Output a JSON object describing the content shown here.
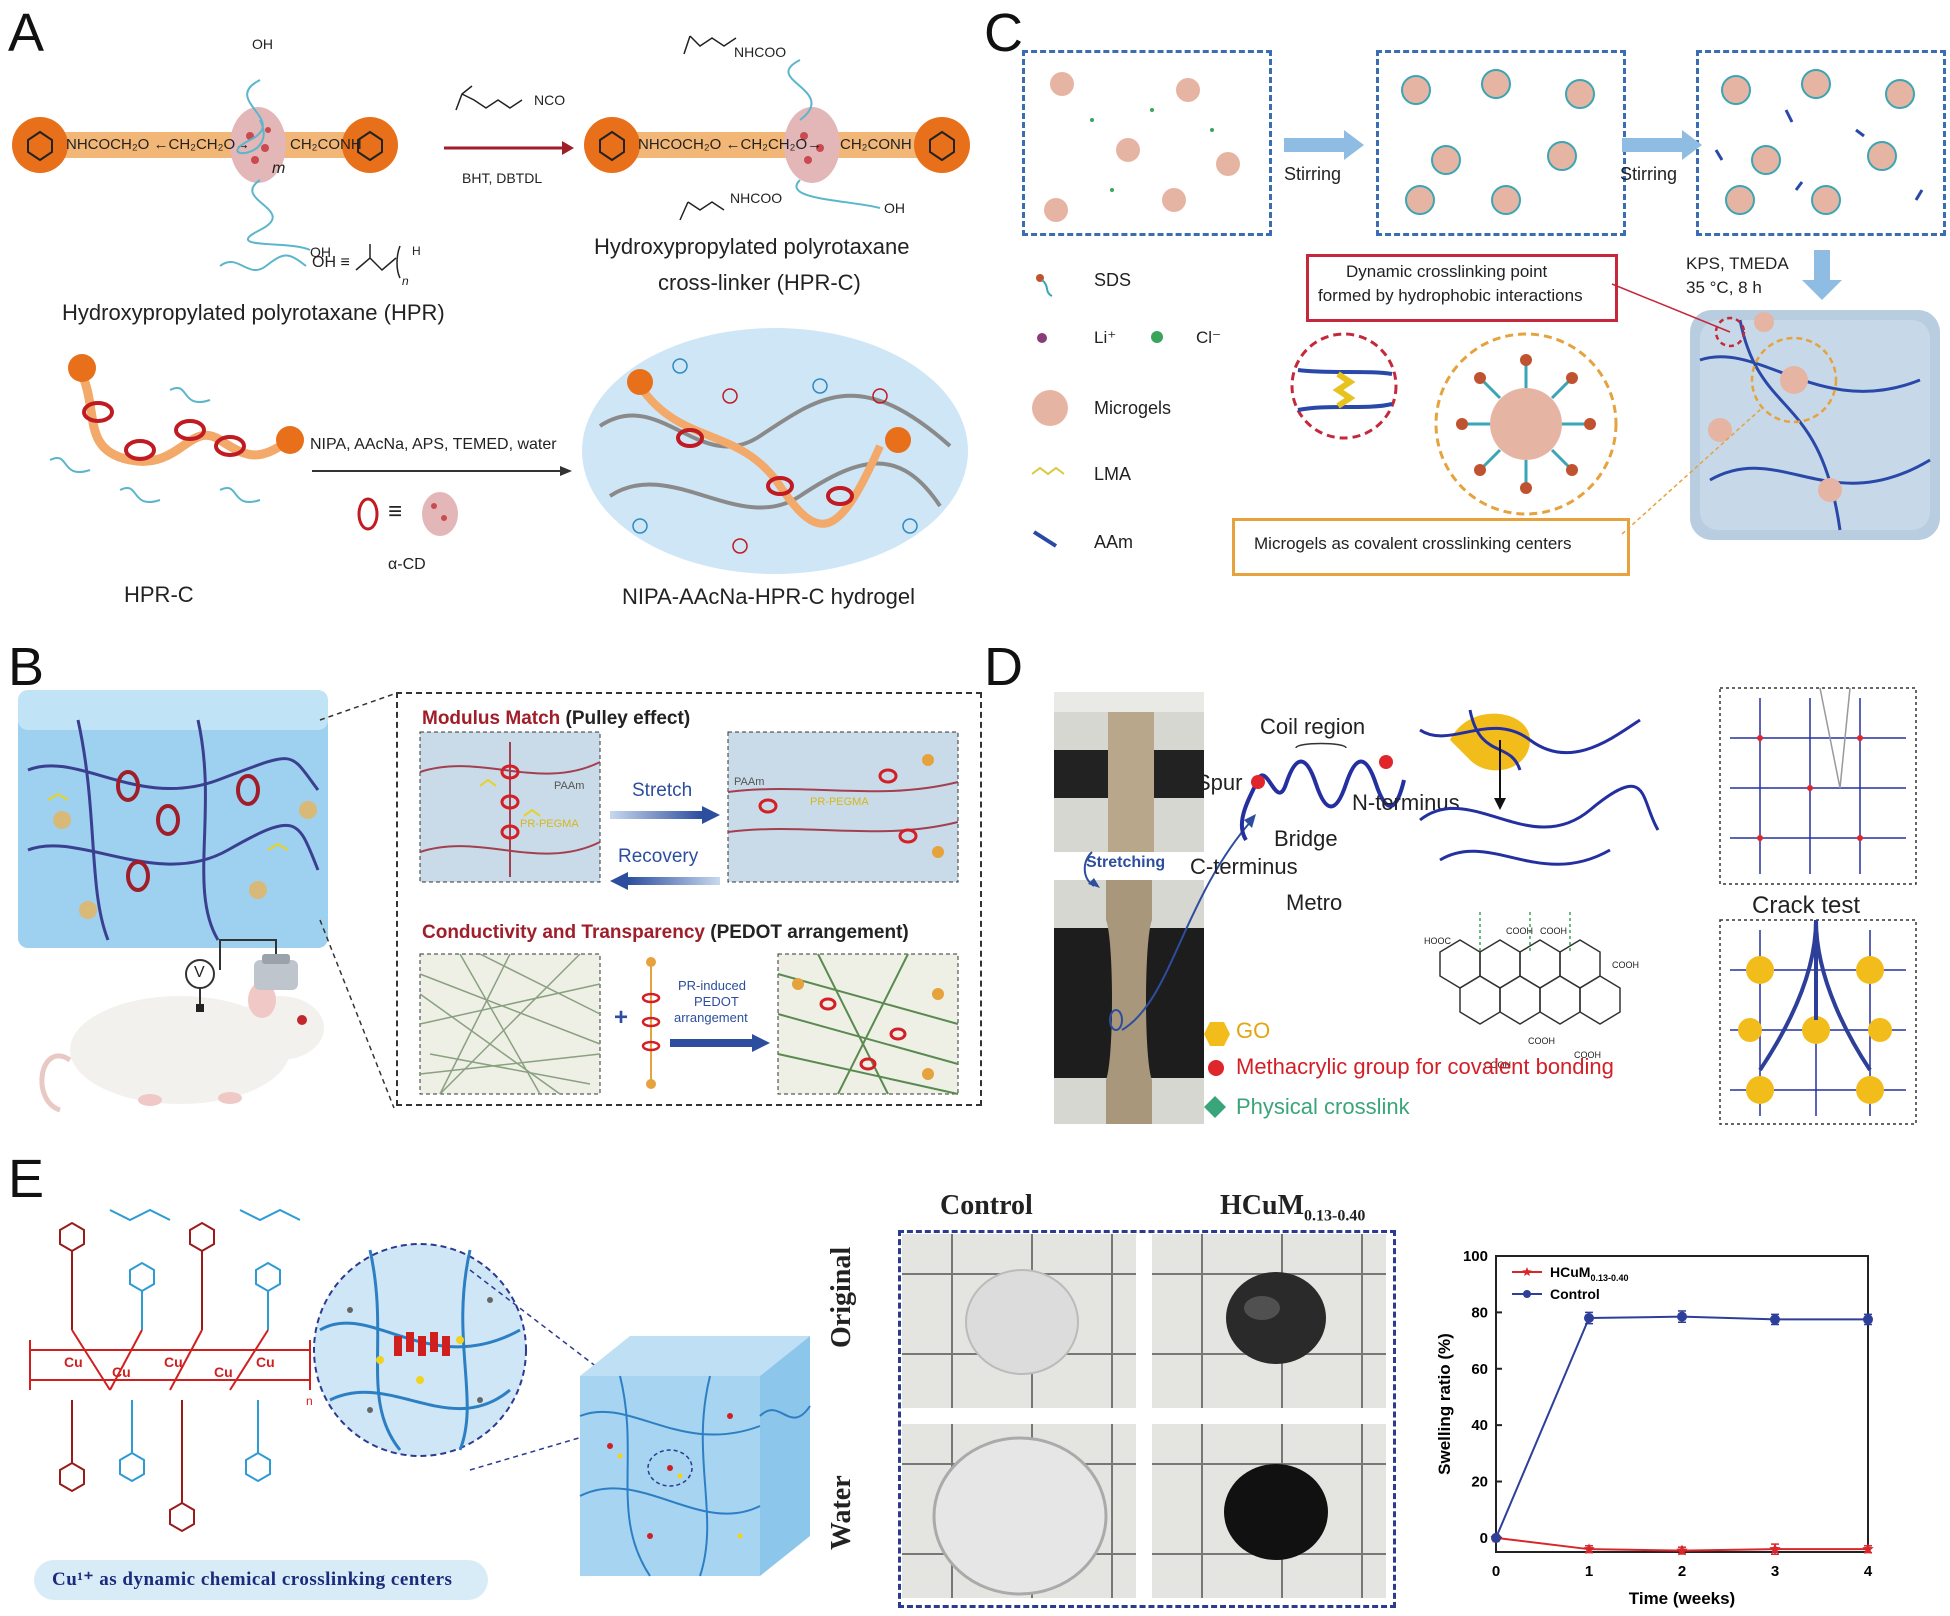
{
  "panels": {
    "A": {
      "label": "A",
      "top_left_formula": "NHCOCH₂O ←CH₂CH₂O→",
      "top_left_end": "CH₂CONH",
      "top_right_formula": "NHCOCH₂O ←CH₂CH₂O→",
      "top_right_end": "CH₂CONH",
      "oh_top": "OH",
      "oh_bottom": "OH",
      "subscript_m": "m",
      "reagent_above": "NCO",
      "reagent_below": "BHT, DBTDL",
      "nhcoo_top": "NHCOO",
      "nhcoo_bottom": "NHCOO",
      "oh_right": "OH",
      "legend_oh": "OH ≡",
      "legend_n": "n",
      "legend_h": "H",
      "hpr_caption": "Hydroxypropylated polyrotaxane (HPR)",
      "hprc_caption_1": "Hydroxypropylated polyrotaxane",
      "hprc_caption_2": "cross-linker (HPR-C)",
      "reaction_conditions": "NIPA, AAcNa, APS, TEMED, water",
      "acd_equiv": "≡",
      "acd_label": "α-CD",
      "hprc_label": "HPR-C",
      "hydrogel_label": "NIPA-AAcNa-HPR-C hydrogel"
    },
    "B": {
      "label": "B",
      "modulus_title_a": "Modulus Match",
      "modulus_title_b": " (Pulley effect)",
      "stretch": "Stretch",
      "recovery": "Recovery",
      "paam_left": "PAAm",
      "prpegma_left": "PR-PEGMA",
      "paam_right": "PAAm",
      "prpegma_right": "PR-PEGMA",
      "conductivity_title_a": "Conductivity and Transparency",
      "conductivity_title_b": " (PEDOT arrangement)",
      "pedot_1": "PR-induced",
      "pedot_2": "PEDOT",
      "pedot_3": "arrangement",
      "voltmeter": "V"
    },
    "C": {
      "label": "C",
      "stirring_1": "Stirring",
      "stirring_2": "Stirring",
      "sds": "SDS",
      "li": "Li⁺",
      "cl": "Cl⁻",
      "microgels": "Microgels",
      "lma": "LMA",
      "aam": "AAm",
      "dynamic_1": "Dynamic crosslinking point",
      "dynamic_2": "formed by hydrophobic interactions",
      "kps": "KPS, TMEDA",
      "temp": "35 °C,  8 h",
      "microgels_centers": "Microgels as covalent crosslinking centers"
    },
    "D": {
      "label": "D",
      "stretching": "Stretching",
      "coil_region": "Coil region",
      "spur": "Spur",
      "n_terminus": "N-terminus",
      "bridge": "Bridge",
      "c_terminus": "C-terminus",
      "metro": "Metro",
      "go": "GO",
      "methacrylic": "Methacrylic group for covalent bonding",
      "physical": "Physical crosslink",
      "crack_test": "Crack test",
      "hooc": "HOOC",
      "cooh_1": "COOH",
      "cooh_2": "COOH",
      "cooh_3": "COOH",
      "cooh_4": "COOH",
      "cooh_5": "COOH",
      "cooh_6": "COOH"
    },
    "E": {
      "label": "E",
      "cu_caption": "Cu¹⁺ as dynamic chemical crosslinking centers",
      "cu_atom": "Cu",
      "n_sub": "n",
      "control_header": "Control",
      "hcum_header": "HCuM",
      "hcum_sub": "0.13-0.40",
      "row_original": "Original",
      "row_water": "Water"
    }
  },
  "chart_data": {
    "type": "line",
    "title": "",
    "xlabel": "Time (weeks)",
    "ylabel": "Swelling ratio (%)",
    "xlim": [
      0,
      4
    ],
    "ylim": [
      -5,
      100
    ],
    "xticks": [
      "0",
      "1",
      "2",
      "3",
      "4"
    ],
    "yticks": [
      "0",
      "20",
      "40",
      "60",
      "80",
      "100"
    ],
    "legend_position": "top-left",
    "grid": false,
    "x": [
      0,
      1,
      2,
      3,
      4
    ],
    "series": [
      {
        "name": "HCuM",
        "name_sub": "0.13-0.40",
        "values": [
          0,
          -4,
          -4.5,
          -4,
          -4
        ],
        "errors": [
          0.5,
          1.2,
          1.2,
          1.8,
          1.2
        ],
        "color": "#d9262b",
        "marker": "star"
      },
      {
        "name": "Control",
        "values": [
          0,
          78,
          78.5,
          77.5,
          77.5
        ],
        "errors": [
          0.5,
          2.0,
          2.0,
          1.8,
          1.8
        ],
        "color": "#2d3f99",
        "marker": "circle"
      }
    ]
  },
  "colors": {
    "blue_dash": "#3b6db3",
    "orange_bead": "#e8701a",
    "hydrogel_blue": "#cfe6f6",
    "dark_red": "#a01e2a",
    "navy": "#2c3a8f",
    "cu_red": "#d01f1f",
    "cyan_chain": "#2d9bd4",
    "maroon_chain": "#9b1b1b"
  }
}
